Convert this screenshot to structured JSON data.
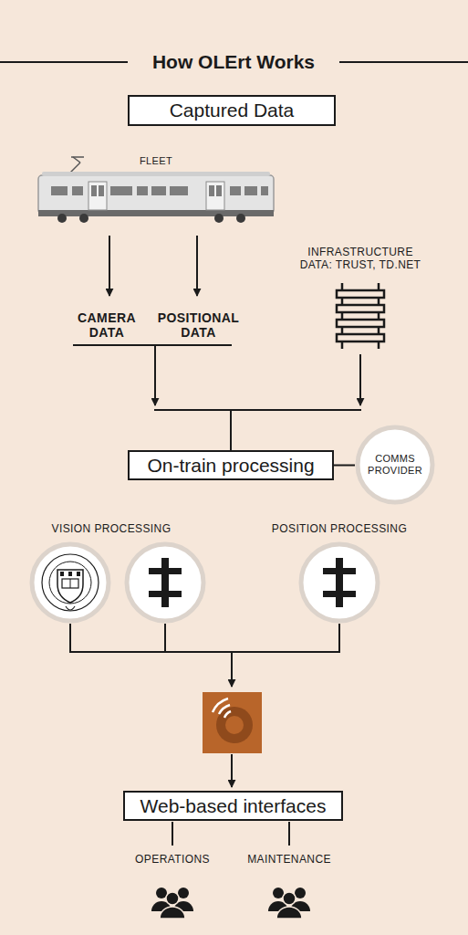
{
  "diagram": {
    "title": "How OLErt Works",
    "nodes": [
      {
        "text": [
          "Captured Data"
        ]
      },
      {
        "text": [
          "On-train processing"
        ]
      },
      {
        "text": [
          "COMMS PROVIDER"
        ]
      },
      {
        "text": [
          "Web-based interfaces"
        ]
      }
    ],
    "edges": [
      {
        "from": 1,
        "to": 2,
        "arrow": "none"
      }
    ],
    "labels": [
      "FLEET",
      "CAMERA DATA",
      "POSITIONAL DATA",
      "INFRASTRUCTURE DATA: TRUST, TD.NET",
      "VISION PROCESSING",
      "POSITION PROCESSING",
      "OPERATIONS",
      "MAINTENANCE"
    ]
  }
}
